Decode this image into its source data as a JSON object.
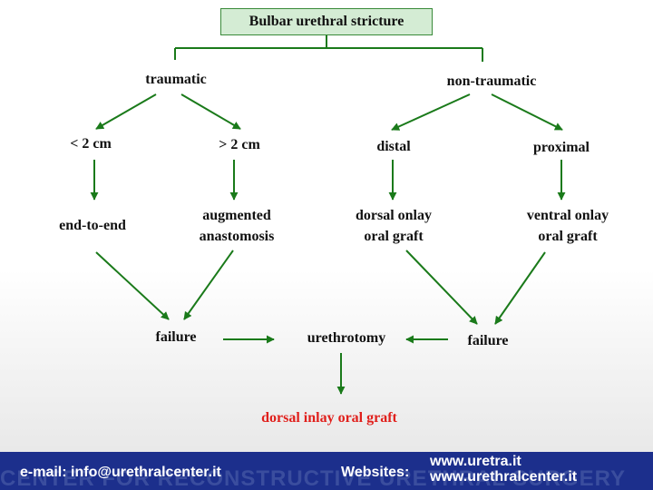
{
  "diagram": {
    "title": "Bulbar urethral stricture",
    "traumatic": "traumatic",
    "non_traumatic": "non-traumatic",
    "lt_2cm": "< 2 cm",
    "gt_2cm": "> 2 cm",
    "distal": "distal",
    "proximal": "proximal",
    "end_to_end": "end-to-end",
    "augmented_line1": "augmented",
    "augmented_line2": "anastomosis",
    "dorsal_line1": "dorsal onlay",
    "dorsal_line2": "oral graft",
    "ventral_line1": "ventral onlay",
    "ventral_line2": "oral graft",
    "failure_left": "failure",
    "urethrotomy": "urethrotomy",
    "failure_right": "failure",
    "result": "dorsal inlay oral graft"
  },
  "footer": {
    "watermark": "CENTER FOR RECONSTRUCTIVE URETHRAL SURGERY",
    "email": "e-mail: info@urethralcenter.it",
    "websites_label": "Websites:",
    "site_1": "www.uretra.it",
    "site_2": "www.urethralcenter.it"
  },
  "colors": {
    "arrow": "#1a7a1a",
    "title_fill": "#d4ecd4",
    "title_border": "#3a8a3a",
    "result_text": "#e0201c",
    "footer_bg": "#1c2f8c"
  }
}
